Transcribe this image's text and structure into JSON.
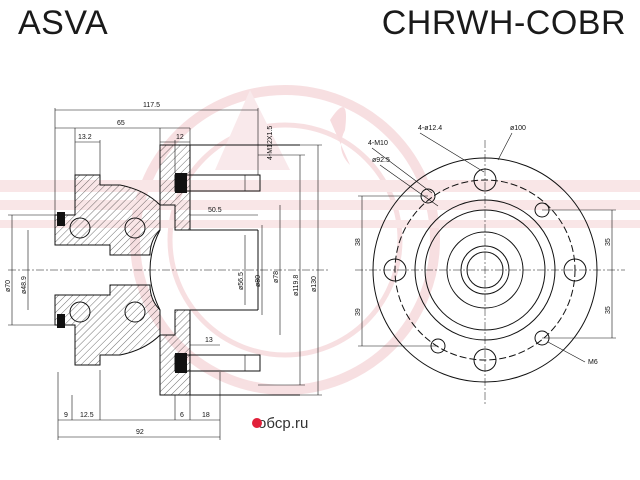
{
  "header": {
    "brand": "ASVA",
    "part_number": "CHRWH-COBR"
  },
  "watermark": {
    "text": "oбcp.ru",
    "color": "#f1c6ca"
  },
  "colors": {
    "line": "#111111",
    "watermark": "#f1c6ca",
    "accent": "#e1203a"
  },
  "side_view": {
    "top_dims": {
      "overall": "117.5",
      "flange": "65",
      "left_step": "13.2",
      "right_step": "12"
    },
    "stud_callout": "4-M12X1.5",
    "inner_dims": {
      "d505": "50.5",
      "d13": "13"
    },
    "left_diameters": {
      "d70": "ø70",
      "d489": "ø48.9"
    },
    "right_diameters": {
      "d565": "ø56.5",
      "d80": "ø80",
      "d78": "ø78",
      "d1198": "ø119.8",
      "d130": "ø130"
    },
    "bottom_dims": {
      "a": "9",
      "b": "12.5",
      "c": "6",
      "d": "18",
      "total": "92"
    }
  },
  "front_view": {
    "callouts": {
      "m10": "4-M10",
      "holes": "4-ø12.4",
      "d100": "ø100",
      "d925": "ø92.5",
      "m6": "M6"
    },
    "left_dims": {
      "upper": "38",
      "lower": "39"
    },
    "right_dims": {
      "upper": "35",
      "lower": "35"
    }
  }
}
